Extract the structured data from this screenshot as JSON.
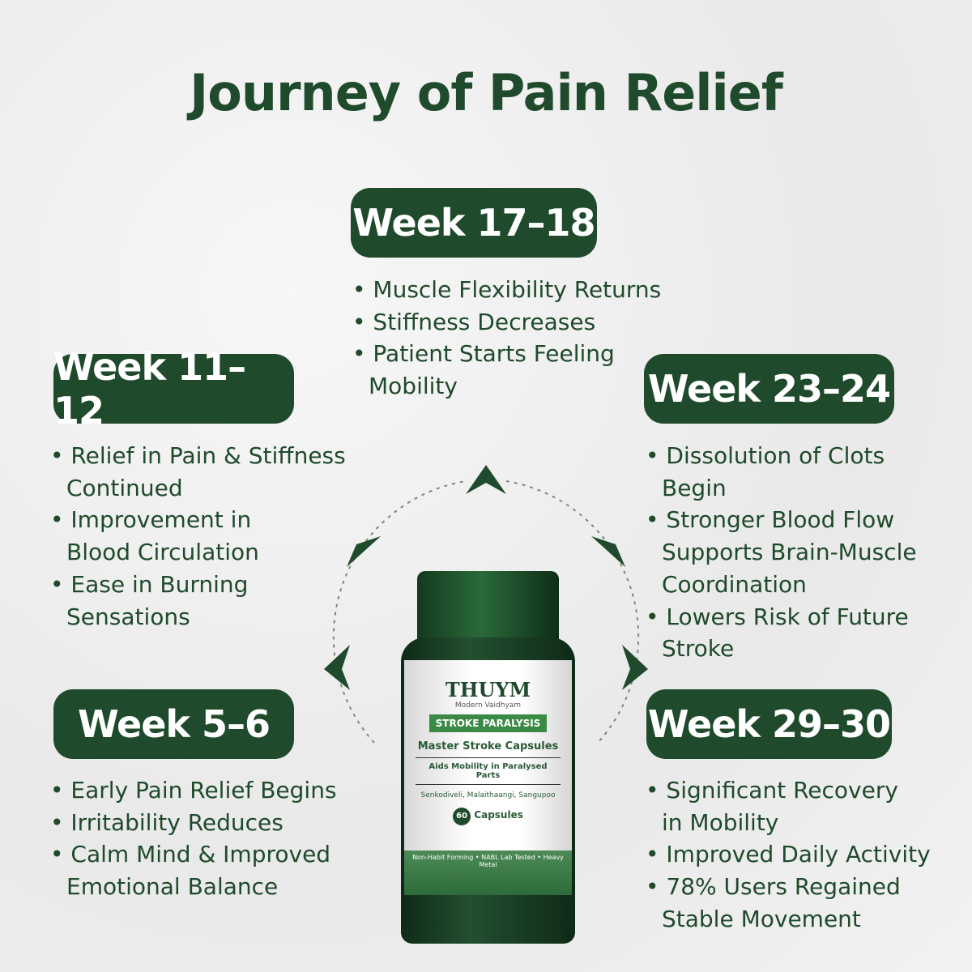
{
  "title": "Journey of Pain Relief",
  "stages": [
    {
      "label": "Week 17–18",
      "points": [
        "Muscle Flexibility Returns",
        "Stiffness Decreases",
        "Patient Starts Feeling Mobility"
      ]
    },
    {
      "label": "Week 11–12",
      "points": [
        "Relief in Pain & Stiffness Continued",
        "Improvement in Blood Circulation",
        "Ease in Burning Sensations"
      ]
    },
    {
      "label": "Week 23–24",
      "points": [
        "Dissolution of Clots Begin",
        "Stronger Blood Flow Supports Brain-Muscle Coordination",
        "Lowers Risk of Future Stroke"
      ]
    },
    {
      "label": "Week 5–6",
      "points": [
        "Early Pain Relief Begins",
        "Irritability Reduces",
        "Calm Mind & Improved Emotional Balance"
      ]
    },
    {
      "label": "Week 29–30",
      "points": [
        "Significant Recovery in Mobility",
        "Improved Daily Activity",
        "78% Users Regained Stable Movement"
      ]
    }
  ],
  "product": {
    "brand": "THUYM",
    "tagline": "Modern Vaidhyam",
    "category": "STROKE PARALYSIS",
    "name": "Master Stroke Capsules",
    "claim": "Aids Mobility in Paralysed Parts",
    "ingredients": "Senkodiveli, Malaithaangi, Sangupoo",
    "count": "60",
    "count_unit": "Capsules",
    "band": "Non-Habit Forming • NABL Lab Tested • Heavy Metal"
  },
  "colors": {
    "primary": "#1f4a2b",
    "accent": "#3a8a45"
  }
}
